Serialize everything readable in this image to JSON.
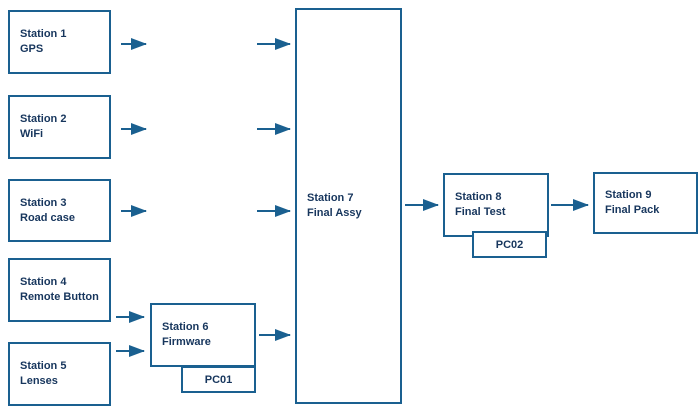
{
  "colors": {
    "accent": "#1A6090",
    "text": "#17365D",
    "box-bg": "#FFFFFF",
    "page-bg": "#FFFFFF"
  },
  "nodes": {
    "station1": {
      "line1": "Station 1",
      "line2": "GPS"
    },
    "station2": {
      "line1": "Station 2",
      "line2": "WiFi"
    },
    "station3": {
      "line1": "Station 3",
      "line2": "Road case"
    },
    "station4": {
      "line1": "Station 4",
      "line2": "Remote Button"
    },
    "station5": {
      "line1": "Station 5",
      "line2": "Lenses"
    },
    "station6": {
      "line1": "Station 6",
      "line2": "Firmware"
    },
    "station7": {
      "line1": "Station 7",
      "line2": "Final Assy"
    },
    "station8": {
      "line1": "Station 8",
      "line2": "Final Test"
    },
    "station9": {
      "line1": "Station 9",
      "line2": "Final Pack"
    },
    "pc01": {
      "label": "PC01"
    },
    "pc02": {
      "label": "PC02"
    }
  },
  "edges": [
    {
      "from": "station1",
      "to": "station7"
    },
    {
      "from": "station2",
      "to": "station7"
    },
    {
      "from": "station3",
      "to": "station7"
    },
    {
      "from": "station4",
      "to": "station6"
    },
    {
      "from": "station5",
      "to": "station6"
    },
    {
      "from": "station6",
      "to": "station7"
    },
    {
      "from": "station7",
      "to": "station8"
    },
    {
      "from": "station8",
      "to": "station9"
    }
  ]
}
